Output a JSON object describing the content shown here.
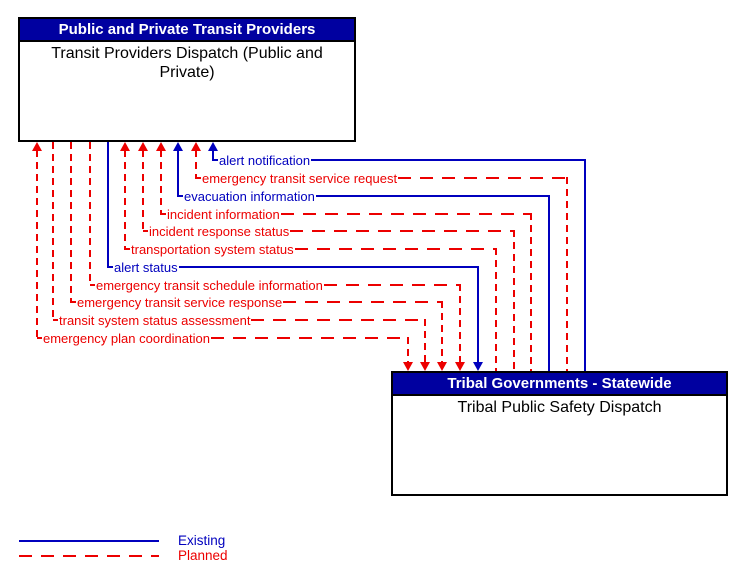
{
  "colors": {
    "header_bg": "#0000A0",
    "header_text": "#FFFFFF",
    "existing": "#0000BE",
    "planned": "#EC0000",
    "box_border": "#000000",
    "body_text": "#000000"
  },
  "boxes": {
    "top": {
      "header": "Public and Private Transit Providers",
      "body": "Transit Providers Dispatch (Public and Private)"
    },
    "bottom": {
      "header": "Tribal Governments - Statewide",
      "body": "Tribal Public Safety Dispatch"
    }
  },
  "flows": [
    {
      "label": "alert notification",
      "status": "existing",
      "arrow_into_top": true,
      "arrow_into_bottom": false
    },
    {
      "label": "emergency transit service request",
      "status": "planned",
      "arrow_into_top": true,
      "arrow_into_bottom": false
    },
    {
      "label": "evacuation information",
      "status": "existing",
      "arrow_into_top": true,
      "arrow_into_bottom": false
    },
    {
      "label": "incident information",
      "status": "planned",
      "arrow_into_top": true,
      "arrow_into_bottom": false
    },
    {
      "label": "incident response status",
      "status": "planned",
      "arrow_into_top": true,
      "arrow_into_bottom": false
    },
    {
      "label": "transportation system status",
      "status": "planned",
      "arrow_into_top": true,
      "arrow_into_bottom": false
    },
    {
      "label": "alert status",
      "status": "existing",
      "arrow_into_top": false,
      "arrow_into_bottom": true
    },
    {
      "label": "emergency transit schedule information",
      "status": "planned",
      "arrow_into_top": false,
      "arrow_into_bottom": true
    },
    {
      "label": "emergency transit service response",
      "status": "planned",
      "arrow_into_top": false,
      "arrow_into_bottom": true
    },
    {
      "label": "transit system status assessment",
      "status": "planned",
      "arrow_into_top": false,
      "arrow_into_bottom": true
    },
    {
      "label": "emergency plan coordination",
      "status": "planned",
      "arrow_into_top": true,
      "arrow_into_bottom": true
    }
  ],
  "legend": {
    "items": [
      {
        "label": "Existing",
        "status": "existing"
      },
      {
        "label": "Planned",
        "status": "planned"
      }
    ]
  }
}
